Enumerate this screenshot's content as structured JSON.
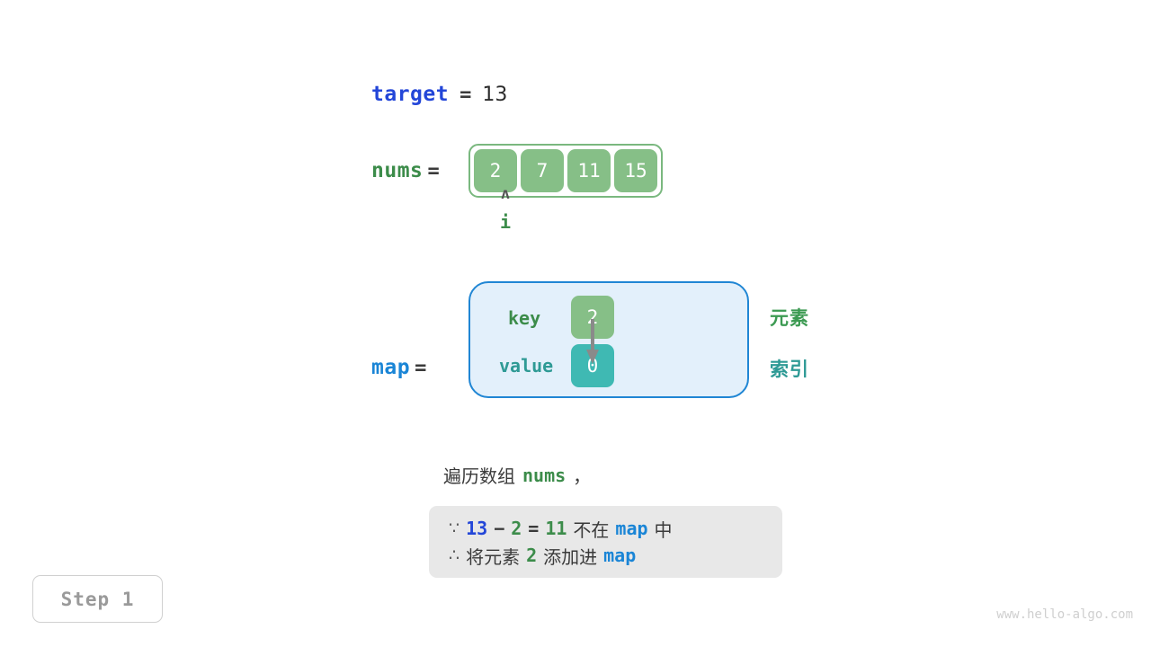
{
  "target": {
    "name": "target",
    "equals": "=",
    "value": "13"
  },
  "nums": {
    "name": "nums",
    "equals": "=",
    "cells": [
      "2",
      "7",
      "11",
      "15"
    ]
  },
  "pointer": {
    "caret": "ʌ",
    "label": "i"
  },
  "map": {
    "name": "map",
    "equals": "=",
    "key_label": "key",
    "value_label": "value",
    "key_cell": "2",
    "value_cell": "0"
  },
  "annotations": {
    "element": "元素",
    "index": "索引"
  },
  "description": {
    "prefix": "遍历数组",
    "var": "nums",
    "suffix": "，"
  },
  "explanation": {
    "line1": {
      "symbol": "∵",
      "a": "13",
      "minus": "−",
      "b": "2",
      "equals": "=",
      "result": "11",
      "text": "不在",
      "map": "map",
      "tail": "中"
    },
    "line2": {
      "symbol": "∴",
      "text": "将元素",
      "value": "2",
      "text2": "添加进",
      "map": "map"
    }
  },
  "step_badge": "Step 1",
  "watermark": "www.hello-algo.com",
  "colors": {
    "green_fill": "#86bf87",
    "teal_fill": "#3fb9b3",
    "map_bg": "#e3f0fb",
    "map_border": "#2086d4",
    "blue_var": "#2346d8",
    "green_var": "#3c8c4a",
    "map_var": "#1a85d6",
    "explain_bg": "#e8e8e8"
  }
}
